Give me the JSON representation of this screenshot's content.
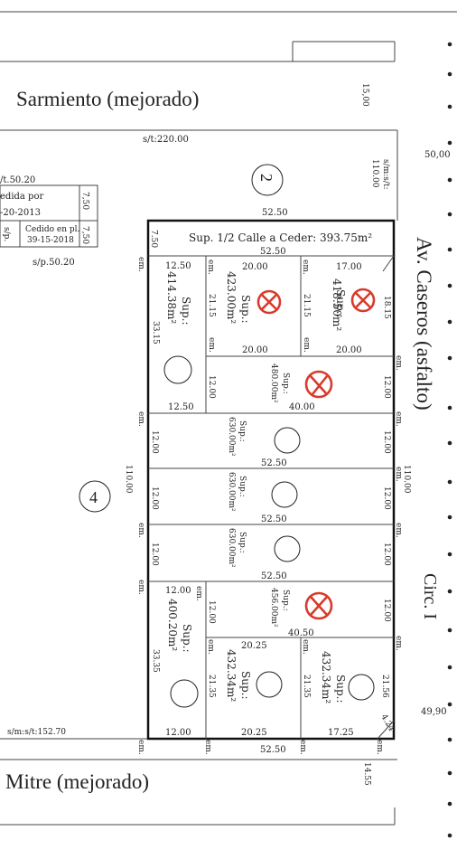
{
  "streets": {
    "north": "Sarmiento (mejorado)",
    "south": "Mitre (mejorado)",
    "east": "Av. Caseros (asfalto)",
    "circ": "Circ. I"
  },
  "top_margin": {
    "dim_15": "15,00"
  },
  "right_margin": {
    "top": "50,00",
    "bottom": "49,90"
  },
  "left_block": {
    "st": "/t.50.20",
    "cedida_1": "edida por",
    "cedida_2": "-20-2013",
    "sp": "s/p.",
    "cedido_1": "Cedido en pl.",
    "cedido_2": "39-15-2018",
    "d750a": "7,50",
    "d750b": "7,50",
    "sp5020": "s/p.50.20",
    "mz4": "4",
    "d110": "110.00",
    "smst": "s/m:s/t:152.70"
  },
  "block": {
    "st220": "s/t:220.00",
    "smst110_1": "s/m:s/t:",
    "smst110_2": "110.00",
    "mz2": "2",
    "d5250_top": "52.50",
    "d750": "7.50",
    "ceder": "Sup. 1/2 Calle a Ceder: 393.75m²",
    "d5250_strip": "52.50",
    "right_110": "110.00",
    "bottom_5250": "52.50",
    "bottom_1455": "14.55"
  },
  "lots": {
    "a": {
      "w": "12.50",
      "h": "33.15",
      "sup": "Sup.:",
      "area": "414.38m²",
      "bottom": "12.50"
    },
    "b": {
      "w": "20.00",
      "h": "21.15",
      "sup": "Sup.:",
      "area": "423.00m²",
      "bottom": "20.00",
      "em": "em."
    },
    "c": {
      "w": "17.00",
      "h": "18.15",
      "h2": "21.15",
      "sup": "Sup.:",
      "area": "418.50m²",
      "bottom": "20.00",
      "em": "em."
    },
    "d": {
      "w": "12.00",
      "sup": "Sup.:",
      "area": "480.00m²",
      "len": "40.00",
      "right": "12.00"
    },
    "e": {
      "l": "12.00",
      "r": "12.00",
      "sup": "Sup.:",
      "area": "630.00m²",
      "len": "52.50"
    },
    "f": {
      "l": "12.00",
      "r": "12.00",
      "sup": "Sup.:",
      "area": "630.00m²",
      "len": "52.50"
    },
    "g": {
      "l": "12.00",
      "r": "12.00",
      "sup": "Sup.:",
      "area": "630.00m²",
      "len": "52.50"
    },
    "h": {
      "w": "12.00",
      "l": "12.00",
      "r": "12.00",
      "sup": "Sup.:",
      "area": "456.00m²",
      "len": "40.50"
    },
    "i": {
      "w": "12.00",
      "h": "33.35",
      "sup": "Sup.:",
      "area": "400.20m²",
      "bottom": "12.00"
    },
    "j": {
      "w": "20.25",
      "h": "21.35",
      "sup": "Sup.:",
      "area": "432.34m²",
      "bottom": "20.25"
    },
    "k": {
      "h": "21.35",
      "h2": "21.56",
      "sup": "Sup.:",
      "area": "432.34m²",
      "bottom": "17.25",
      "chamfer": "4.24"
    }
  },
  "em": "em."
}
